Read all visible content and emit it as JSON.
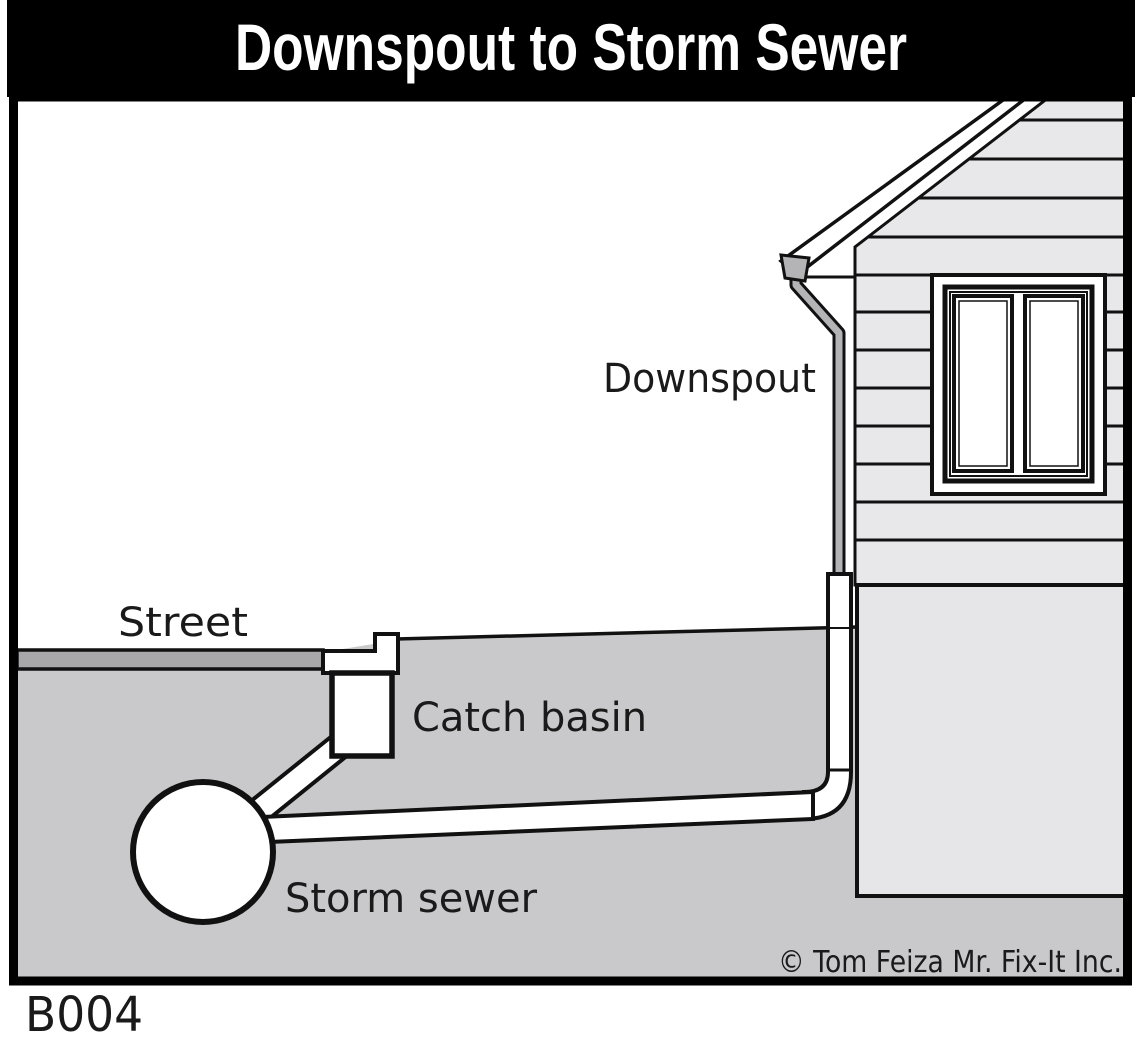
{
  "title": "Downspout to Storm Sewer",
  "figure_id": "B004",
  "copyright": "© Tom Feiza Mr. Fix-It Inc.",
  "labels": {
    "downspout": "Downspout",
    "street": "Street",
    "catch_basin": "Catch basin",
    "storm_sewer": "Storm sewer"
  },
  "colors": {
    "black": "#000000",
    "line": "#111111",
    "paper": "#ffffff",
    "siding": "#e8e8ea",
    "foundation": "#e6e6e8",
    "ground": "#c9c9cb",
    "street": "#a8a8ab",
    "downspout_gray": "#b4b4b6",
    "pipe_white": "#ffffff",
    "label_ink": "#1a1a1a"
  }
}
